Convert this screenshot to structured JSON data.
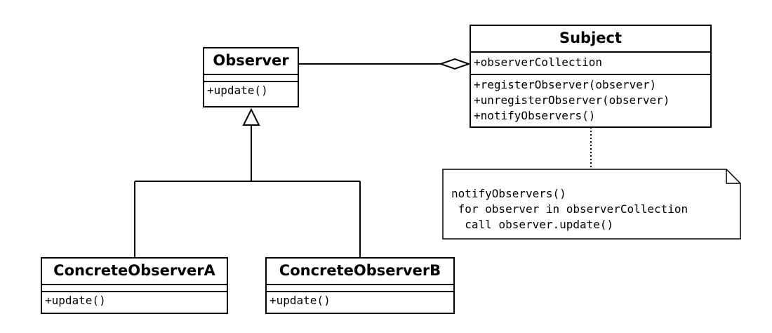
{
  "classes": {
    "observer": {
      "name": "Observer",
      "attributes": [],
      "operations": [
        "+update()"
      ]
    },
    "subject": {
      "name": "Subject",
      "attributes": [
        "+observerCollection"
      ],
      "operations": [
        "+registerObserver(observer)",
        "+unregisterObserver(observer)",
        "+notifyObservers()"
      ]
    },
    "concrete_a": {
      "name": "ConcreteObserverA",
      "attributes": [],
      "operations": [
        "+update()"
      ]
    },
    "concrete_b": {
      "name": "ConcreteObserverB",
      "attributes": [],
      "operations": [
        "+update()"
      ]
    }
  },
  "note": {
    "lines": [
      "notifyObservers()",
      " for observer in observerCollection",
      "  call observer.update()"
    ]
  },
  "relationships": [
    {
      "type": "aggregation",
      "from": "Subject",
      "to": "Observer"
    },
    {
      "type": "generalization",
      "from": "ConcreteObserverA",
      "to": "Observer"
    },
    {
      "type": "generalization",
      "from": "ConcreteObserverB",
      "to": "Observer"
    },
    {
      "type": "note-anchor",
      "from": "note",
      "to": "Subject"
    }
  ],
  "colors": {
    "stroke": "#000000",
    "background": "#ffffff"
  }
}
